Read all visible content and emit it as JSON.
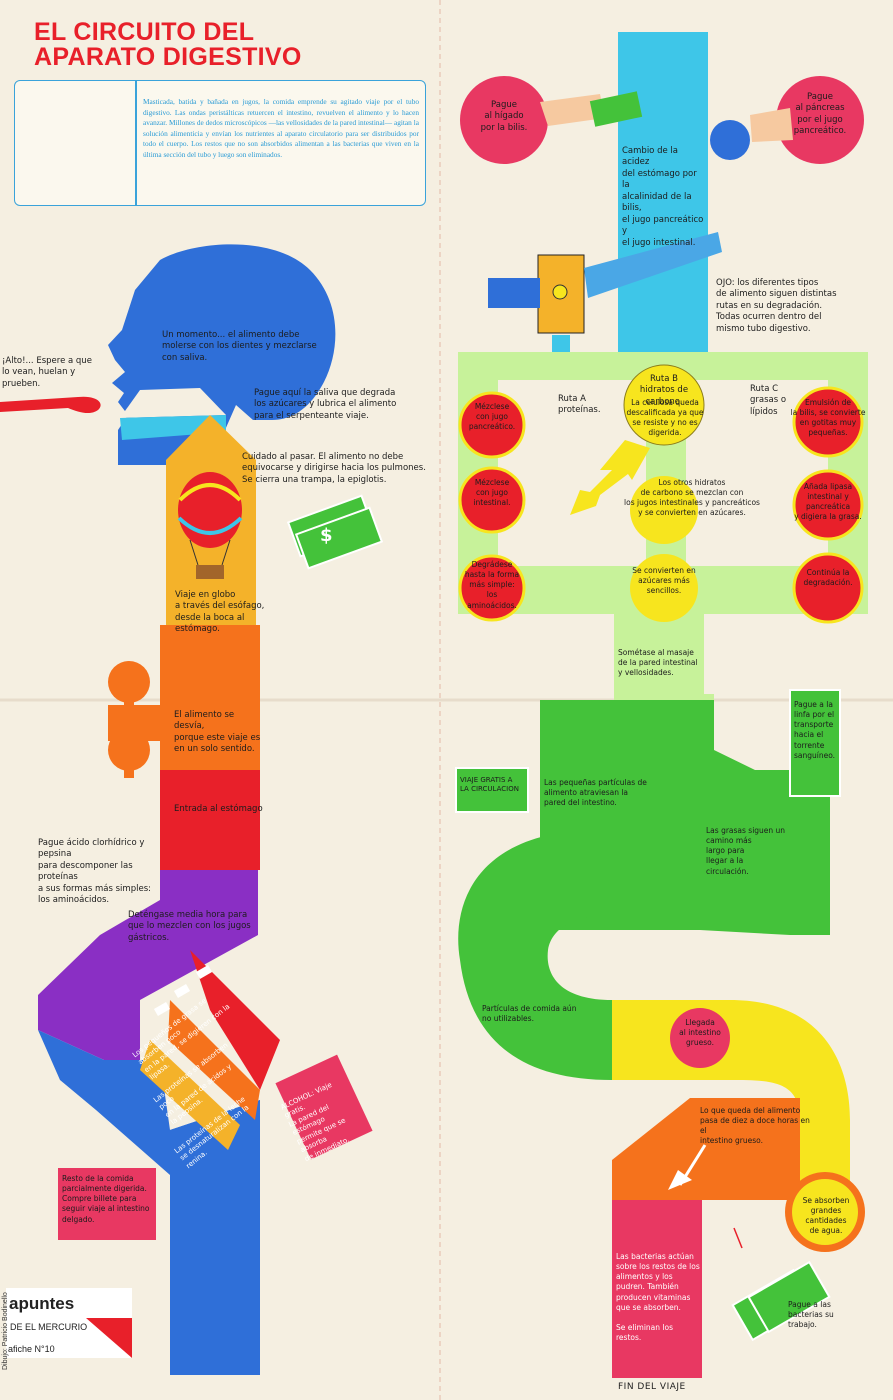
{
  "title": "EL CIRCUITO DEL\nAPARATO DIGESTIVO",
  "intro": "Masticada, batida y bañada en jugos, la comida emprende su agitado viaje por el tubo digestivo. Las ondas peristálticas retuercen el intestino, revuelven el alimento y lo hacen avanzar. Millones de dedos microscópicos —las vellosidades de la pared intestinal— agitan la solución alimenticia y envían los nutrientes al aparato circulatorio para ser distribuidos por todo el cuerpo. Los restos que no son absorbidos alimentan a las bacterias que viven en la última sección del tubo y luego son eliminados.",
  "left_labels": {
    "alto": "¡Alto!... Espere a que\nlo vean, huelan y\nprueben.",
    "momento": "Un momento... el alimento debe\nmolerse con los dientes y mezclarse\ncon saliva.",
    "saliva": "Pague aquí la saliva que degrada\nlos azúcares y lubrica el alimento\npara el serpenteante viaje.",
    "cuidado": "Cuidado al pasar. El alimento no debe\nequivocarse y dirigirse hacia los pulmones.\nSe cierra una trampa, la epiglotis.",
    "globo": "Viaje en globo\na través del esófago,\ndesde la boca al\nestómago.",
    "desvia": "El alimento se desvía,\nporque este viaje es\nen un solo sentido.",
    "entrada": "Entrada al estómago",
    "acido": "Pague ácido clorhídrico y pepsina\npara descomponer las proteínas\na sus formas más simples:\nlos aminoácidos.",
    "detengase": "Deténgase media hora para\nque lo mezclen con los jugos\ngástricos.",
    "grasos": "Los pequeños de grasa se absorben poco\nen la pared, se digieren con la lipasa.",
    "proteinas": "Las proteínas se absorben poco\nen la pared de ácidos y\nla pepsina.",
    "leche": "Las proteínas de la leche\nse desnaturalizan con la renina.",
    "alcohol": "ALCOHOL: Viaje gratis.\nLa pared del estómago\npermite que se absorba\nde inmediato.",
    "resto": "Resto de la comida\nparcialmente digerida.\nCompre billete para\nseguir viaje al intestino\ndelgado."
  },
  "right_labels": {
    "higado": "Pague\nal hígado\npor la bilis.",
    "pancreas": "Pague\nal páncreas\npor el jugo\npancreático.",
    "cambio": "Cambio de la acidez\ndel estómago por la\nalcalinidad de la bilis,\nel jugo pancreático y\nel jugo intestinal.",
    "ojo": "OJO: los diferentes tipos\nde alimento siguen distintas\nrutas en su degradación.\nTodas ocurren dentro del\nmismo tubo digestivo.",
    "ruta_a": "Ruta A\nproteínas.",
    "ruta_b": "Ruta B\nhidratos de carbono.",
    "ruta_c": "Ruta C\ngrasas o\nlípidos",
    "celulosa": "La celulosa queda\ndescalificada ya que\nse resiste y no es\ndigerida.",
    "mezclese1": "Mézclese\ncon jugo\npancreático.",
    "mezclese2": "Mézclese\ncon jugo\nintestinal.",
    "degradese": "Degrádese\nhasta la forma\nmás simple:\nlos aminoácidos.",
    "otros_hidratos": "Los otros hidratos\nde carbono se mezclan con\nlos jugos intestinales y pancreáticos\ny se convierten en azúcares.",
    "convierten": "Se convierten en\nazúcares más\nsencillos.",
    "emulsion": "Emulsión de\nla bilis, se convierte\nen gotitas muy\npequeñas.",
    "lipasa": "Añada lipasa\nintestinal y pancreática\ny digiera la grasa.",
    "continua": "Continúa la\ndegradación.",
    "sometase": "Sométase al masaje\nde la pared intestinal\ny vellosidades.",
    "linfa": "Pague a la\nlinfa por el\ntransporte\nhacia el\ntorrente\nsanguíneo.",
    "viaje_gratis": "VIAJE GRATIS A\nLA CIRCULACION",
    "pequenas": "Las pequeñas partículas de\nalimento atraviesan la\npared del intestino.",
    "grasas_siguen": "Las grasas siguen un\ncamino más\nlargo para\nllegar a la\ncirculación.",
    "particulas": "Partículas de comida aún\nno utilizables.",
    "llegada": "Llegada\nal intestino\ngrueso.",
    "queda": "Lo que queda del alimento\npasa de diez a doce horas en el\nintestino grueso.",
    "absorben_agua": "Se absorben\ngrandes cantidades\nde agua.",
    "bacterias": "Las bacterias actúan\nsobre los restos de los\nalimentos y los\npudren. También\nproducen vitaminas\nque se absorben.\n\nSe eliminan los restos.",
    "pague_bacterias": "Pague a las\nbacterias su\ntrabajo."
  },
  "footer": {
    "fin": "FIN DEL VIAJE",
    "brand_name": "apuntes",
    "brand_sub": "DE EL MERCURIO",
    "brand_num": "afiche N°10",
    "credit": "Dibujo: Patricio Bodinello"
  },
  "colors": {
    "red": "#e8202a",
    "blue": "#2f6fd8",
    "cyan": "#3ec6e8",
    "yellow": "#f7e51e",
    "orange": "#f5721c",
    "purple": "#8a2fc4",
    "green": "#44c23a",
    "lightgreen": "#c7f29a",
    "pink": "#e83862",
    "paper": "#f5efe1"
  }
}
